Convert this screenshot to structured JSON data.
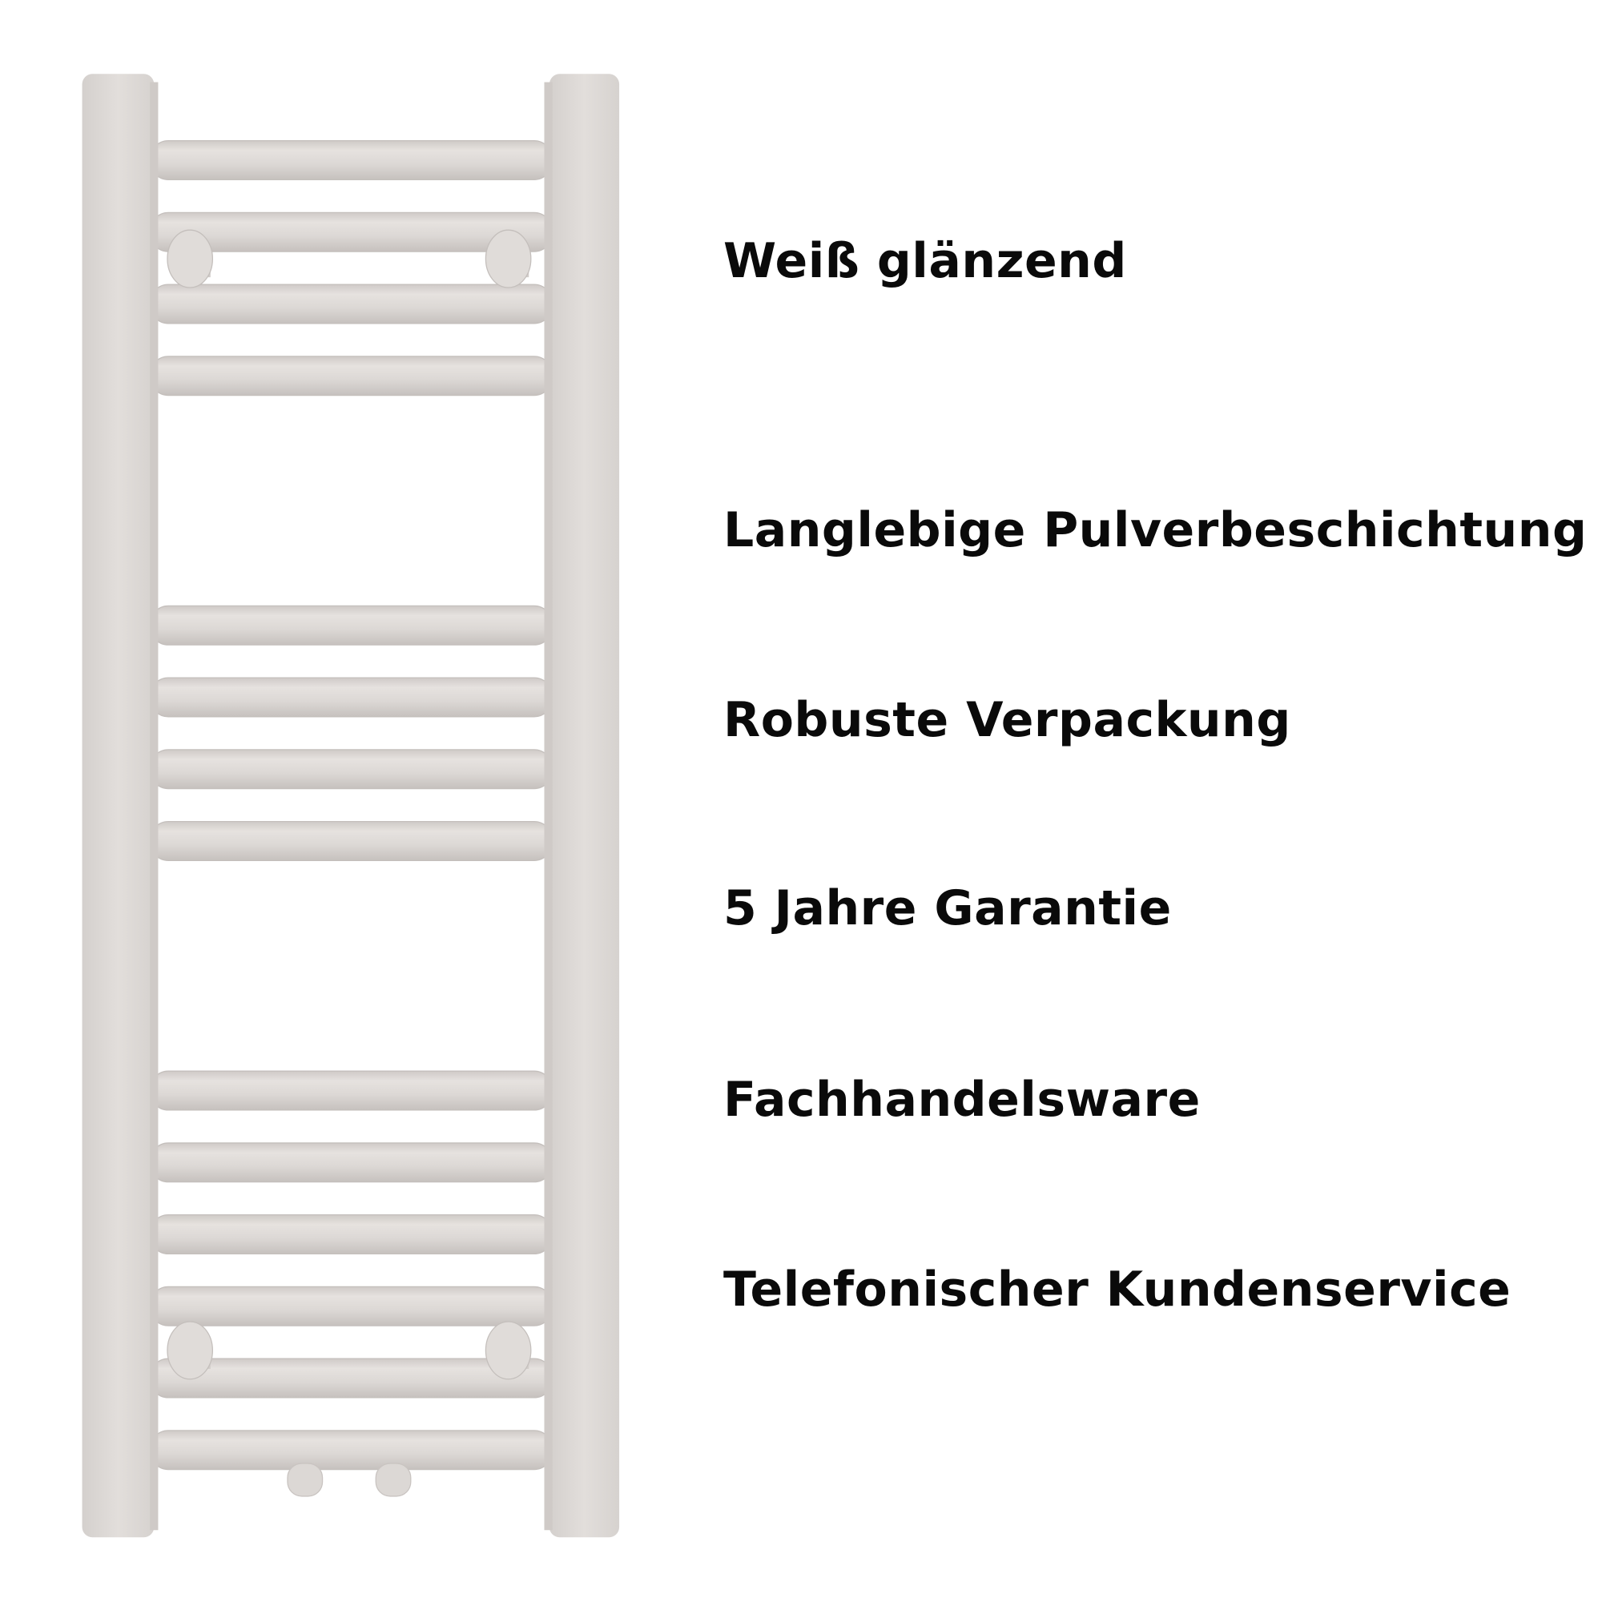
{
  "product": {
    "name": "towel-radiator",
    "color": "#dedad7",
    "bar_groups": [
      4,
      4,
      6
    ],
    "hooks": 4,
    "valves": 2
  },
  "features": [
    "Weiß glänzend",
    "Langlebige Pulverbeschichtung",
    "Robuste Verpackung",
    "5 Jahre Garantie",
    "Fachhandelsware",
    "Telefonischer Kundenservice"
  ]
}
